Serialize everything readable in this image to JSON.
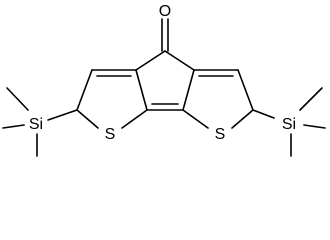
{
  "molecule": {
    "atoms": {
      "oxygen": "O",
      "sulfur_left": "S",
      "sulfur_right": "S",
      "silicon_left": "Si",
      "silicon_right": "Si"
    }
  },
  "colors": {
    "bond": "#000000",
    "background": "#ffffff"
  }
}
